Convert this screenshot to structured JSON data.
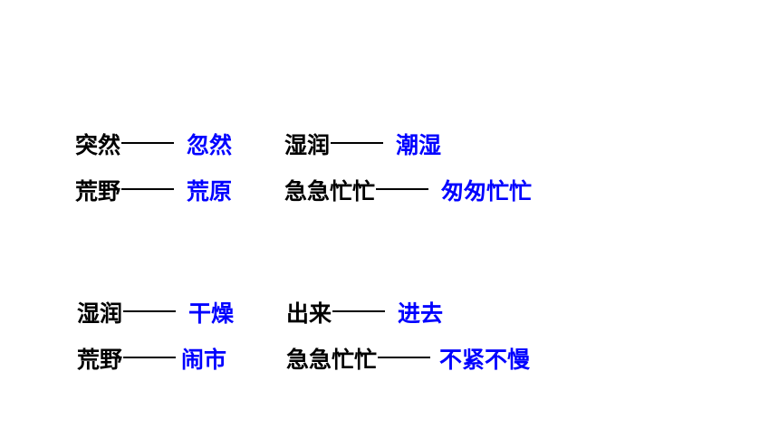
{
  "colors": {
    "text": "#000000",
    "answer": "#0000ff",
    "background": "#ffffff"
  },
  "synonyms": {
    "row1": {
      "left": {
        "word": "突然",
        "answer": "忽然"
      },
      "right": {
        "word": "湿润",
        "answer": "潮湿"
      }
    },
    "row2": {
      "left": {
        "word": "荒野",
        "answer": "荒原"
      },
      "right": {
        "word": "急急忙忙",
        "answer": "匆匆忙忙"
      }
    }
  },
  "antonyms": {
    "row1": {
      "left": {
        "word": "湿润",
        "answer": "干燥"
      },
      "right": {
        "word": "出来",
        "answer": "进去"
      }
    },
    "row2": {
      "left": {
        "word": "荒野",
        "answer": "闹市"
      },
      "right": {
        "word": "急急忙忙",
        "answer": "不紧不慢"
      }
    }
  }
}
